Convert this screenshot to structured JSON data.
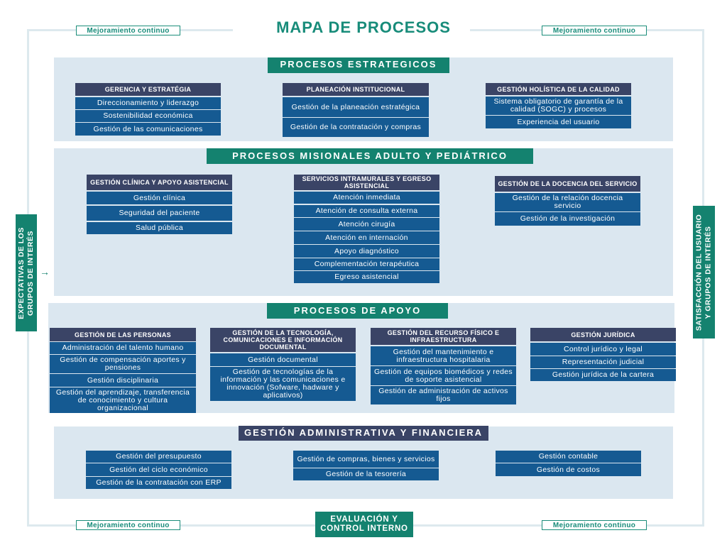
{
  "title": "MAPA DE PROCESOS",
  "mejoramiento_label": "Mejoramiento continuo",
  "left_side": "EXPECTATIVAS DE LOS GRUPOS DE INTERÉS",
  "right_side": "SATISFACCIÓN DEL USUARIO Y GRUPOS DE INTERÉS",
  "arrow_glyph": "→",
  "bottom_box": "EVALUACIÓN Y CONTROL INTERNO",
  "estrategicos": {
    "title": "PROCESOS ESTRATEGICOS",
    "groups": [
      {
        "header": "GERENCIA Y ESTRATÉGIA",
        "items": [
          "Direccionamiento y liderazgo",
          "Sostenibilidad económica",
          "Gestión de las comunicaciones"
        ]
      },
      {
        "header": "PLANEACIÓN INSTITUCIONAL",
        "items": [
          "Gestión de la planeación estratégica",
          "Gestión de la contratación y compras"
        ]
      },
      {
        "header": "GESTIÓN HOLÍSTICA DE LA CALIDAD",
        "items": [
          "Sistema obligatorio de garantía de la calidad (SOGC) y procesos",
          "Experiencia del usuario"
        ]
      }
    ]
  },
  "misionales": {
    "title": "PROCESOS MISIONALES ADULTO Y PEDIÁTRICO",
    "groups": [
      {
        "header": "GESTIÓN CLÍNICA Y APOYO ASISTENCIAL",
        "items": [
          "Gestión clínica",
          "Seguridad del paciente",
          "Salud pública"
        ]
      },
      {
        "header": "SERVICIOS INTRAMURALES Y EGRESO ASISTENCIAL",
        "items": [
          "Atención inmediata",
          "Atención de consulta externa",
          "Atención cirugía",
          "Atención en internación",
          "Apoyo diagnóstico",
          "Complementación terapéutica",
          "Egreso asistencial"
        ]
      },
      {
        "header": "GESTIÓN DE LA DOCENCIA DEL SERVICIO",
        "items": [
          "Gestión de la relación docencia servicio",
          "Gestión de la investigación"
        ]
      }
    ]
  },
  "apoyo": {
    "title": "PROCESOS DE APOYO",
    "groups": [
      {
        "header": "GESTIÓN DE LAS PERSONAS",
        "items": [
          "Administración del talento humano",
          "Gestión de compensación aportes y pensiones",
          "Gestión disciplinaria",
          "Gestión del aprendizaje, transferencia de conocimiento y cultura organizacional"
        ]
      },
      {
        "header": "GESTIÓN DE LA TECNOLOGÍA, COMUNICACIONES E INFORMACIÓN DOCUMENTAL",
        "items": [
          "Gestión documental",
          "Gestión de tecnologías de la información y las comunicaciones e innovación (Sofware, hadware y aplicativos)"
        ]
      },
      {
        "header": "GESTIÓN DEL RECURSO FÍSICO E INFRAESTRUCTURA",
        "items": [
          "Gestión del mantenimiento e infraestructura hospitalaria",
          "Gestión de equipos biomédicos y redes de soporte asistencial",
          "Gestión de administración de activos fijos"
        ]
      },
      {
        "header": "GESTIÓN JURÍDICA",
        "items": [
          "Control  jurídico y legal",
          "Representación judicial",
          "Gestión jurídica de la cartera"
        ]
      }
    ]
  },
  "administrativa": {
    "title": "GESTIÓN ADMINISTRATIVA Y FINANCIERA",
    "groups": [
      {
        "items": [
          "Gestión del presupuesto",
          "Gestión del ciclo económico",
          "Gestión de la contratación con ERP"
        ]
      },
      {
        "items": [
          "Gestión de compras, bienes y servicios",
          "Gestión de la tesorería"
        ]
      },
      {
        "items": [
          "Gestión contable",
          "Gestión de costos"
        ]
      }
    ]
  }
}
